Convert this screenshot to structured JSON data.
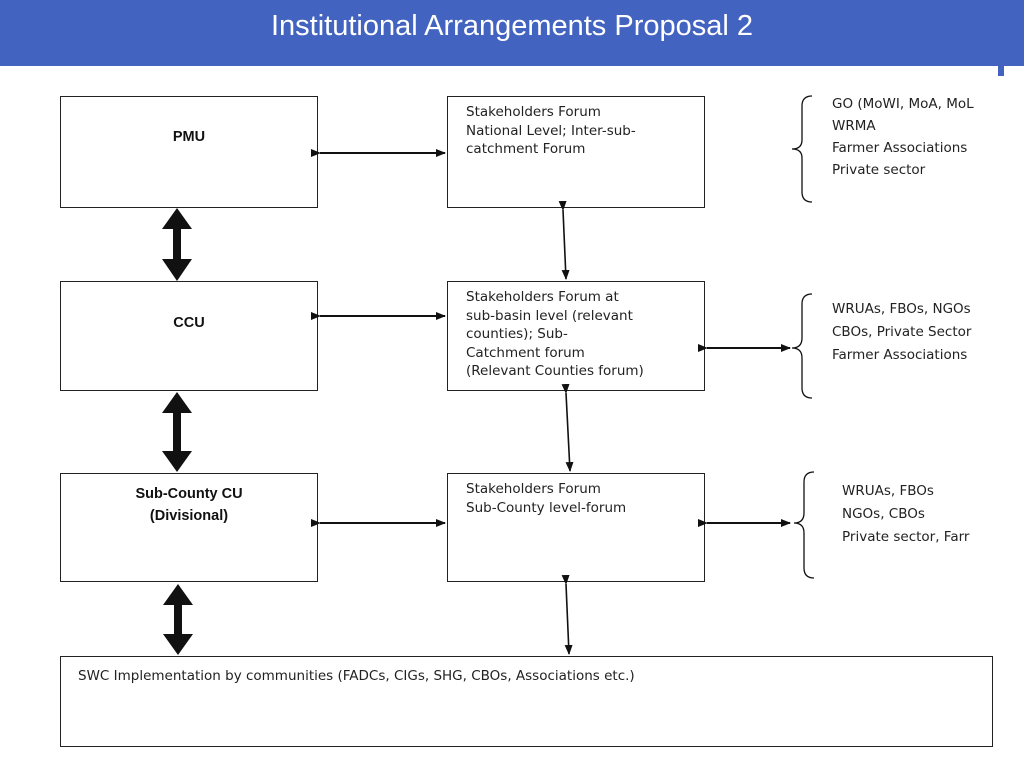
{
  "slide": {
    "title": "Institutional Arrangements Proposal 2"
  },
  "left_boxes": [
    {
      "lines": [
        "PMU"
      ]
    },
    {
      "lines": [
        "CCU"
      ]
    },
    {
      "lines": [
        "Sub-County CU",
        "(Divisional)"
      ]
    }
  ],
  "forums": [
    {
      "lines": [
        "Stakeholders Forum",
        "National Level; Inter-sub-",
        "catchment Forum"
      ]
    },
    {
      "lines": [
        "Stakeholders Forum at",
        "sub-basin level (relevant",
        "counties); Sub-",
        "Catchment forum",
        "(Relevant Counties forum)"
      ]
    },
    {
      "lines": [
        "Stakeholders Forum",
        "Sub-County level-forum"
      ]
    }
  ],
  "groups": [
    {
      "lines": [
        "GO (MoWI, MoA, MoL",
        "WRMA",
        "Farmer Associations",
        "Private sector"
      ]
    },
    {
      "lines": [
        "WRUAs, FBOs, NGOs",
        "CBOs, Private Sector",
        "Farmer Associations"
      ]
    },
    {
      "lines": [
        "WRUAs, FBOs",
        "NGOs, CBOs",
        "Private sector, Farr"
      ]
    }
  ],
  "bottom_box": {
    "text": "SWC Implementation by communities (FADCs, CIGs, SHG, CBOs, Associations etc.)"
  },
  "colors": {
    "header": "#4363c0",
    "title_text": "#ffffff",
    "line": "#111111"
  }
}
